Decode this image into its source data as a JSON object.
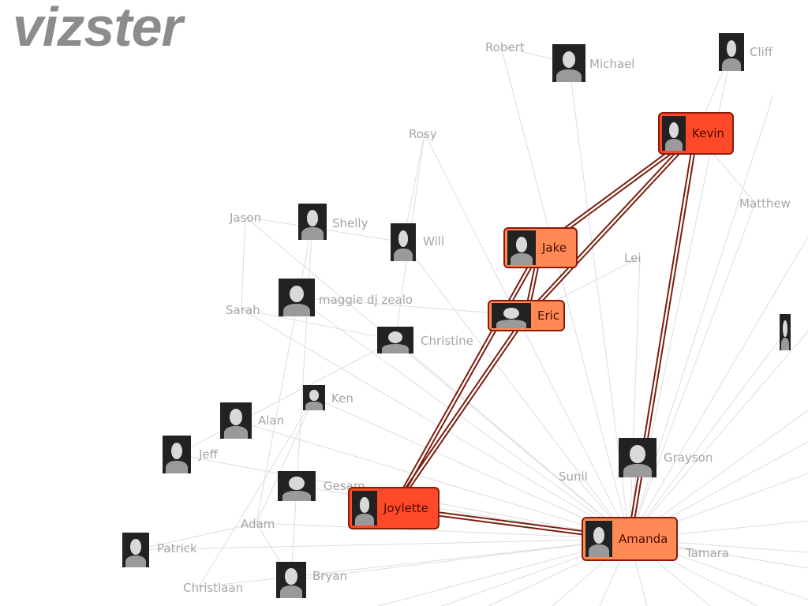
{
  "app": {
    "logo_text": "vizster"
  },
  "colors": {
    "background": "#ffffff",
    "logo": "#8c8c8c",
    "edge_light": "#dddddd",
    "edge_highlight": "#7a1e0e",
    "node_selected_fill": "#ff4a2a",
    "node_neighbor_fill": "#ff8a55",
    "node_border": "#8a1a0a",
    "label_gray": "#a5a5a5",
    "label_dark": "#4a0c00"
  },
  "highlighted_nodes": [
    {
      "id": "kevin",
      "name": "Kevin",
      "state": "selected"
    },
    {
      "id": "jake",
      "name": "Jake",
      "state": "neighbor"
    },
    {
      "id": "eric",
      "name": "Eric",
      "state": "neighbor"
    },
    {
      "id": "joylette",
      "name": "Joylette",
      "state": "selected"
    },
    {
      "id": "amanda",
      "name": "Amanda",
      "state": "neighbor"
    }
  ],
  "people": [
    {
      "id": "robert",
      "name": "Robert",
      "has_photo": false
    },
    {
      "id": "michael",
      "name": "Michael",
      "has_photo": true
    },
    {
      "id": "cliff",
      "name": "Cliff",
      "has_photo": true
    },
    {
      "id": "rosy",
      "name": "Rosy",
      "has_photo": false
    },
    {
      "id": "matthew",
      "name": "Matthew",
      "has_photo": false
    },
    {
      "id": "jason",
      "name": "Jason",
      "has_photo": false
    },
    {
      "id": "shelly",
      "name": "Shelly",
      "has_photo": true
    },
    {
      "id": "will",
      "name": "Will",
      "has_photo": true
    },
    {
      "id": "lei",
      "name": "Lei",
      "has_photo": false
    },
    {
      "id": "sarah",
      "name": "Sarah",
      "has_photo": false
    },
    {
      "id": "maggie",
      "name": "maggie dj zealo",
      "has_photo": true
    },
    {
      "id": "christine",
      "name": "Christine",
      "has_photo": true
    },
    {
      "id": "ken",
      "name": "Ken",
      "has_photo": true
    },
    {
      "id": "alan",
      "name": "Alan",
      "has_photo": true
    },
    {
      "id": "jeff",
      "name": "Jeff",
      "has_photo": true
    },
    {
      "id": "gesam",
      "name": "Gesam",
      "has_photo": true
    },
    {
      "id": "grayson",
      "name": "Grayson",
      "has_photo": true
    },
    {
      "id": "sunil",
      "name": "Sunil",
      "has_photo": false
    },
    {
      "id": "adam",
      "name": "Adam",
      "has_photo": false
    },
    {
      "id": "patrick",
      "name": "Patrick",
      "has_photo": true
    },
    {
      "id": "tamara",
      "name": "Tamara",
      "has_photo": false
    },
    {
      "id": "christiaan",
      "name": "Christiaan",
      "has_photo": false
    },
    {
      "id": "bryan",
      "name": "Bryan",
      "has_photo": true
    },
    {
      "id": "edge_person",
      "name": "",
      "has_photo": true
    }
  ],
  "highlighted_edges": [
    [
      "kevin",
      "jake"
    ],
    [
      "kevin",
      "eric"
    ],
    [
      "kevin",
      "amanda"
    ],
    [
      "jake",
      "eric"
    ],
    [
      "jake",
      "joylette"
    ],
    [
      "eric",
      "joylette"
    ],
    [
      "joylette",
      "amanda"
    ]
  ],
  "light_edges": [
    [
      "robert",
      "michael"
    ],
    [
      "robert",
      "amanda"
    ],
    [
      "michael",
      "amanda"
    ],
    [
      "cliff",
      "kevin"
    ],
    [
      "cliff",
      "amanda"
    ],
    [
      "rosy",
      "will"
    ],
    [
      "rosy",
      "christine"
    ],
    [
      "rosy",
      "amanda"
    ],
    [
      "jason",
      "sarah"
    ],
    [
      "jason",
      "amanda"
    ],
    [
      "jason",
      "will"
    ],
    [
      "shelly",
      "bryan"
    ],
    [
      "shelly",
      "adam"
    ],
    [
      "will",
      "amanda"
    ],
    [
      "lei",
      "eric"
    ],
    [
      "lei",
      "amanda"
    ],
    [
      "sarah",
      "christine"
    ],
    [
      "sarah",
      "amanda"
    ],
    [
      "maggie",
      "eric"
    ],
    [
      "maggie",
      "amanda"
    ],
    [
      "christine",
      "jeff"
    ],
    [
      "christine",
      "amanda"
    ],
    [
      "ken",
      "adam"
    ],
    [
      "ken",
      "christiaan"
    ],
    [
      "ken",
      "amanda"
    ],
    [
      "alan",
      "amanda"
    ],
    [
      "jeff",
      "amanda"
    ],
    [
      "gesam",
      "amanda"
    ],
    [
      "grayson",
      "amanda"
    ],
    [
      "sunil",
      "amanda"
    ],
    [
      "adam",
      "bryan"
    ],
    [
      "adam",
      "amanda"
    ],
    [
      "patrick",
      "adam"
    ],
    [
      "patrick",
      "amanda"
    ],
    [
      "tamara",
      "amanda"
    ],
    [
      "christiaan",
      "amanda"
    ],
    [
      "bryan",
      "amanda"
    ],
    [
      "matthew",
      "amanda"
    ],
    [
      "matthew",
      "kevin"
    ],
    [
      "edge_person",
      "amanda"
    ]
  ]
}
